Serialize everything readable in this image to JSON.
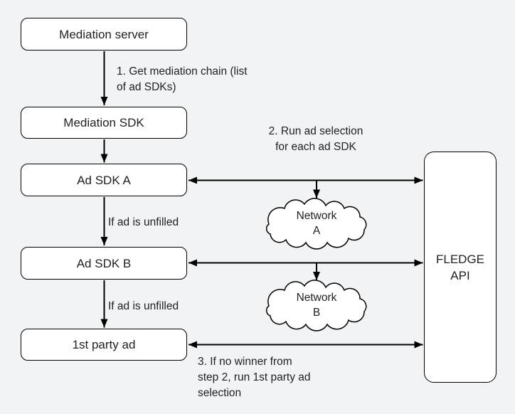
{
  "palette": {
    "background": "#f1f3f4",
    "node_fill": "#ffffff",
    "stroke": "#000000",
    "text": "#202124"
  },
  "nodes": {
    "mediation_server": {
      "label": "Mediation server"
    },
    "mediation_sdk": {
      "label": "Mediation SDK"
    },
    "ad_sdk_a": {
      "label": "Ad SDK A"
    },
    "ad_sdk_b": {
      "label": "Ad SDK B"
    },
    "first_party_ad": {
      "label": "1st party ad"
    },
    "fledge_api": {
      "label": "FLEDGE\nAPI"
    },
    "network_a": {
      "label": "Network\nA"
    },
    "network_b": {
      "label": "Network\nB"
    }
  },
  "annotations": {
    "step1": {
      "text": "1. Get mediation chain (list\nof ad SDKs)"
    },
    "step2": {
      "text": "2. Run ad selection\nfor each ad SDK"
    },
    "unfilled_a": {
      "text": "If ad is unfilled"
    },
    "unfilled_b": {
      "text": "If ad is unfilled"
    },
    "step3": {
      "text": "3. If no winner from\nstep 2, run 1st party ad\nselection"
    }
  }
}
